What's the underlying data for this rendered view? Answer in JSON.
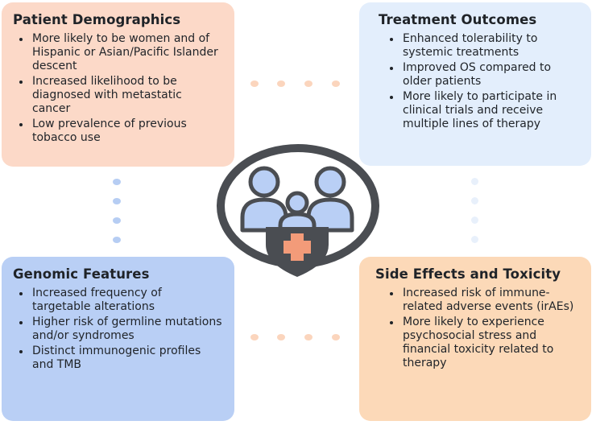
{
  "colors": {
    "demographics_bg": "#fcd9c8",
    "outcomes_bg": "#e3eefc",
    "genomic_bg": "#b9cff5",
    "side_effects_bg": "#fcd9b8",
    "emblem_dark": "#4a4d52",
    "people_fill": "#b9cff5",
    "cross_fill": "#f39b79"
  },
  "icons": [
    "family-icon",
    "medical-cross-icon",
    "shield-icon"
  ],
  "cards": {
    "demographics": {
      "title": "Patient Demographics",
      "items": [
        "More likely to be women and of Hispanic or Asian/Pacific Islander descent",
        "Increased likelihood to be diagnosed with metastatic cancer",
        "Low prevalence of previous tobacco use"
      ]
    },
    "outcomes": {
      "title": "Treatment Outcomes",
      "items": [
        "Enhanced tolerability to systemic treatments",
        "Improved OS compared to older patients",
        "More likely to participate in clinical trials and receive multiple lines of therapy"
      ]
    },
    "genomic": {
      "title": "Genomic Features",
      "items": [
        "Increased frequency of targetable alterations",
        "Higher risk of germline mutations and/or syndromes",
        "Distinct immunogenic profiles and TMB"
      ]
    },
    "side_effects": {
      "title": "Side Effects and Toxicity",
      "items": [
        "Increased risk of immune-related adverse events (irAEs)",
        "More likely to experience psychosocial stress and financial toxicity related to therapy"
      ]
    }
  }
}
